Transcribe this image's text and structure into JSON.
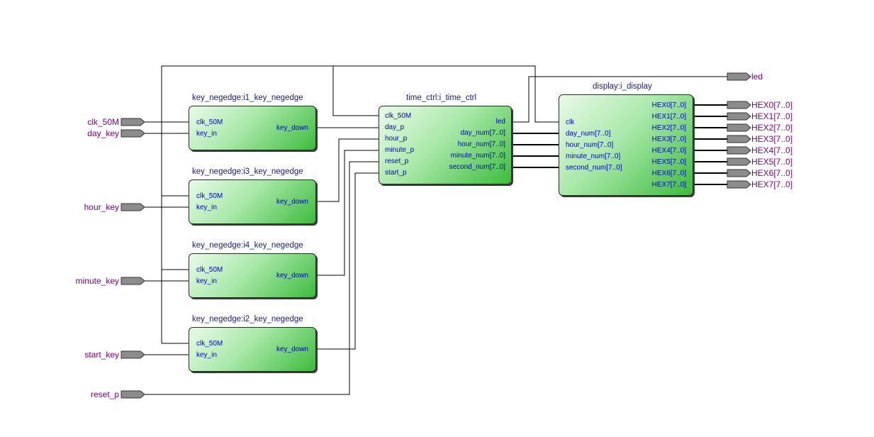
{
  "colors": {
    "wire": "#000000",
    "pin_fill": "#8c8c8c",
    "pin_label": "#800080",
    "port_label": "#0000d0",
    "title": "#1a1a80"
  },
  "inputs": {
    "clk": "clk_50M",
    "day": "day_key",
    "hour": "hour_key",
    "minute": "minute_key",
    "start": "start_key",
    "reset": "reset_p"
  },
  "outputs": {
    "led": "led",
    "hex": [
      "HEX0[7..0]",
      "HEX1[7..0]",
      "HEX2[7..0]",
      "HEX3[7..0]",
      "HEX4[7..0]",
      "HEX5[7..0]",
      "HEX6[7..0]",
      "HEX7[7..0]"
    ]
  },
  "key_block_ports": {
    "clk": "clk_50M",
    "key_in": "key_in",
    "key_down": "key_down"
  },
  "blocks": {
    "k1": {
      "title": "key_negedge:i1_key_negedge"
    },
    "k3": {
      "title": "key_negedge:i3_key_negedge"
    },
    "k4": {
      "title": "key_negedge:i4_key_negedge"
    },
    "k2": {
      "title": "key_negedge:i2_key_negedge"
    },
    "time_ctrl": {
      "title": "time_ctrl:i_time_ctrl",
      "inputs": [
        "clk_50M",
        "day_p",
        "hour_p",
        "minute_p",
        "reset_p",
        "start_p"
      ],
      "outputs": [
        "led",
        "day_num[7..0]",
        "hour_num[7..0]",
        "minute_num[7..0]",
        "second_num[7..0]"
      ]
    },
    "display": {
      "title": "display:i_display",
      "inputs": [
        "clk",
        "day_num[7..0]",
        "hour_num[7..0]",
        "minute_num[7..0]",
        "second_num[7..0]"
      ],
      "outputs": [
        "HEX0[7..0]",
        "HEX1[7..0]",
        "HEX2[7..0]",
        "HEX3[7..0]",
        "HEX4[7..0]",
        "HEX5[7..0]",
        "HEX6[7..0]",
        "HEX7[7..0]"
      ]
    }
  }
}
